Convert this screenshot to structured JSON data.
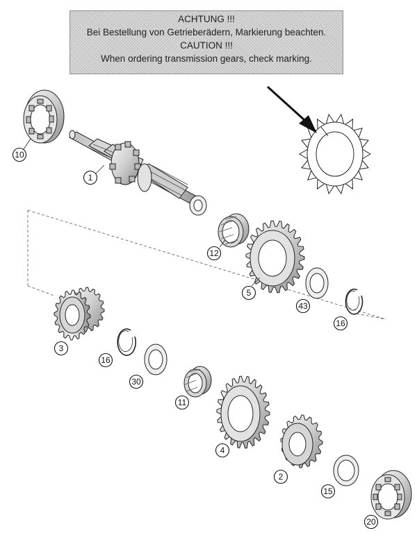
{
  "notice": {
    "line1": "ACHTUNG !!!",
    "line2": "Bei Bestellung von Getrieberädern, Markierung beachten.",
    "line3": "CAUTION !!!",
    "line4": "When ordering transmission gears, check marking."
  },
  "callouts": [
    {
      "id": "c10a",
      "label": "10"
    },
    {
      "id": "c1",
      "label": "1"
    },
    {
      "id": "c12",
      "label": "12"
    },
    {
      "id": "c5",
      "label": "5"
    },
    {
      "id": "c43",
      "label": "43"
    },
    {
      "id": "c16a",
      "label": "16"
    },
    {
      "id": "c3",
      "label": "3"
    },
    {
      "id": "c16b",
      "label": "16"
    },
    {
      "id": "c30",
      "label": "30"
    },
    {
      "id": "c11",
      "label": "11"
    },
    {
      "id": "c4",
      "label": "4"
    },
    {
      "id": "c2",
      "label": "2"
    },
    {
      "id": "c15",
      "label": "15"
    },
    {
      "id": "c20",
      "label": "20"
    }
  ]
}
